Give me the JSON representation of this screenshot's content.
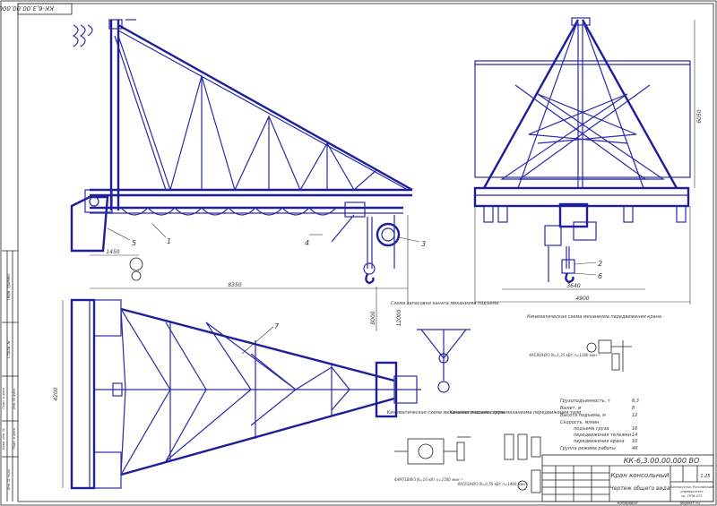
{
  "stamp_top": "КК-6,3.00.00.000 ВО",
  "title_block": {
    "designation": "КК-6,3.00.00.000 ВО",
    "name_line1": "Кран консольный",
    "name_line2": "Чертеж общего вида",
    "scale": "1:25",
    "org_line1": "Белорусско-Российский",
    "org_line2": "университет",
    "org_line3": "гр. ПТМ-071",
    "bottom_left": "Копировал",
    "bottom_right": "Формат А1"
  },
  "callouts": [
    "1",
    "2",
    "3",
    "4",
    "5",
    "6",
    "7"
  ],
  "dimensions": {
    "d1450": "1450",
    "d8350": "8350",
    "d4200": "4200",
    "d12000": "12000",
    "d6050": "6050",
    "d3640": "3640",
    "d4900": "4900",
    "d8000": "8000"
  },
  "tech_spec": {
    "rows": [
      {
        "label": "Грузоподъемность, т",
        "value": "6,3"
      },
      {
        "label": "Вылет, м",
        "value": "8"
      },
      {
        "label": "Высота подъема, м",
        "value": "12"
      },
      {
        "label": "Скорость, м/мин",
        "value": ""
      },
      {
        "label": "подъема груза",
        "value": "16"
      },
      {
        "label": "передвижения тележки",
        "value": "14"
      },
      {
        "label": "передвижения крана",
        "value": "10"
      },
      {
        "label": "Группа режима работы",
        "value": "4К"
      }
    ]
  },
  "schemes": {
    "rope": "Схема запасовки каната механизма подъема",
    "crane_travel": "Кинематическая схема механизма передвижения крана",
    "hoist": "Кинематическая схема механизма подъема груза",
    "trolley": "Кинематическая схема механизма передвижения тали"
  },
  "motor_labels": {
    "crane": "4АС80А4У3 N=1,25 кВт n=1380 мин⁻¹",
    "hoist": "4АМ71В4У3 N=16 кВт n=1500 мин⁻¹",
    "trolley": "4АС63А4У3 N=0,55 кВт n=1460 мин⁻¹"
  },
  "left_strip": [
    "Перв. примен.",
    "Справ. №",
    "Подп. и дата",
    "Инв. № дубл.",
    "Взам. инв. №",
    "Подп. и дата",
    "Инв. № подл."
  ]
}
